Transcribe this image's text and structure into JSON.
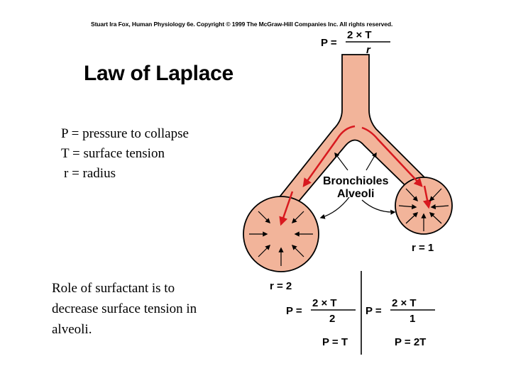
{
  "credit": "Stuart Ira Fox, Human Physiology 6e. Copyright © 1999 The McGraw-Hill Companies Inc. All rights reserved.",
  "title": "Law of Laplace",
  "definitions": {
    "p": "P = pressure to collapse",
    "t": "T = surface tension",
    "r": " r = radius"
  },
  "surfactant_note": "Role of surfactant is to decrease surface tension in alveoli.",
  "diagram": {
    "top_formula": {
      "lhs": "P =",
      "numerator": "2 × T",
      "denominator": "r"
    },
    "label_bronchioles": "Bronchioles",
    "label_alveoli": "Alveoli",
    "large_radius": "r = 2",
    "small_radius": "r = 1",
    "left_formula": {
      "lhs": "P =",
      "numerator": "2 × T",
      "denominator": "2"
    },
    "right_formula": {
      "lhs": "P =",
      "numerator": "2 × T",
      "denominator": "1"
    },
    "left_result": "P = T",
    "right_result": "P = 2T"
  },
  "colors": {
    "tissue_fill": "#f2b49a",
    "outline": "#000000",
    "flow_arrow": "#d8191f"
  }
}
